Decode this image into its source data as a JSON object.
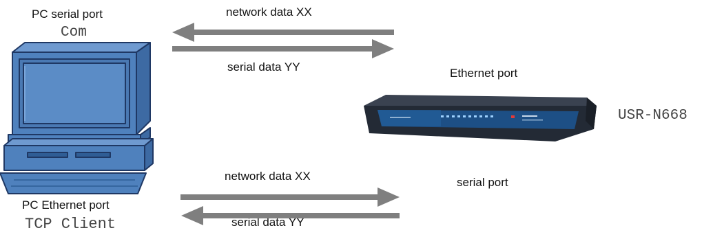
{
  "pc": {
    "serial_port_label": "PC serial port",
    "serial_mode": "Com",
    "ethernet_port_label": "PC Ethernet port",
    "ethernet_mode": "TCP Client",
    "icon": "desktop-computer-icon"
  },
  "device": {
    "model": "USR-N668",
    "ethernet_port_label": "Ethernet port",
    "serial_port_label": "serial port",
    "icon": "serial-server-device-icon"
  },
  "top_arrows": {
    "upper_label": "network data XX",
    "lower_label": "serial data YY"
  },
  "bottom_arrows": {
    "upper_label": "network data XX",
    "lower_label": "serial data YY"
  },
  "colors": {
    "arrow": "#7f7f7f",
    "computer_fill": "#4f81bd",
    "computer_stroke": "#1f3864",
    "device_body": "#2b3340",
    "device_panel": "#1c4a7a"
  }
}
